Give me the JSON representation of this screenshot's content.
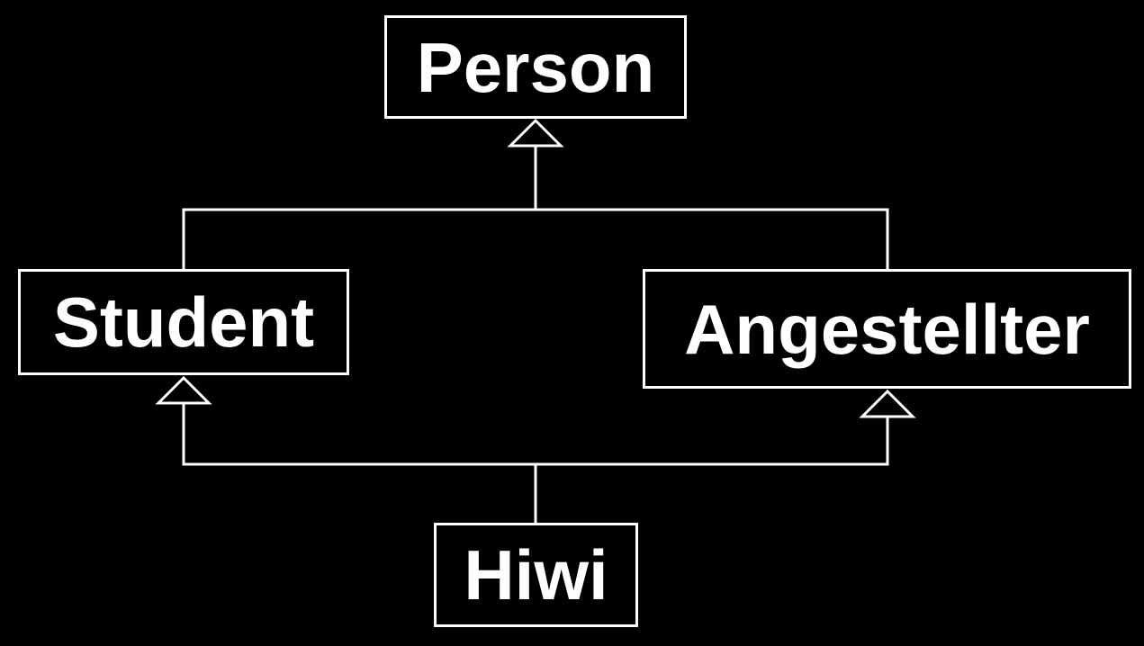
{
  "diagram": {
    "type": "uml-class-inheritance",
    "colors": {
      "background": "#000000",
      "foreground": "#ffffff"
    },
    "classes": {
      "person": "Person",
      "student": "Student",
      "angestellter": "Angestellter",
      "hiwi": "Hiwi"
    },
    "generalizations": [
      {
        "from": "Student",
        "to": "Person"
      },
      {
        "from": "Angestellter",
        "to": "Person"
      },
      {
        "from": "Hiwi",
        "to": "Student"
      },
      {
        "from": "Hiwi",
        "to": "Angestellter"
      }
    ],
    "arrowhead": "hollow-triangle-icon"
  }
}
